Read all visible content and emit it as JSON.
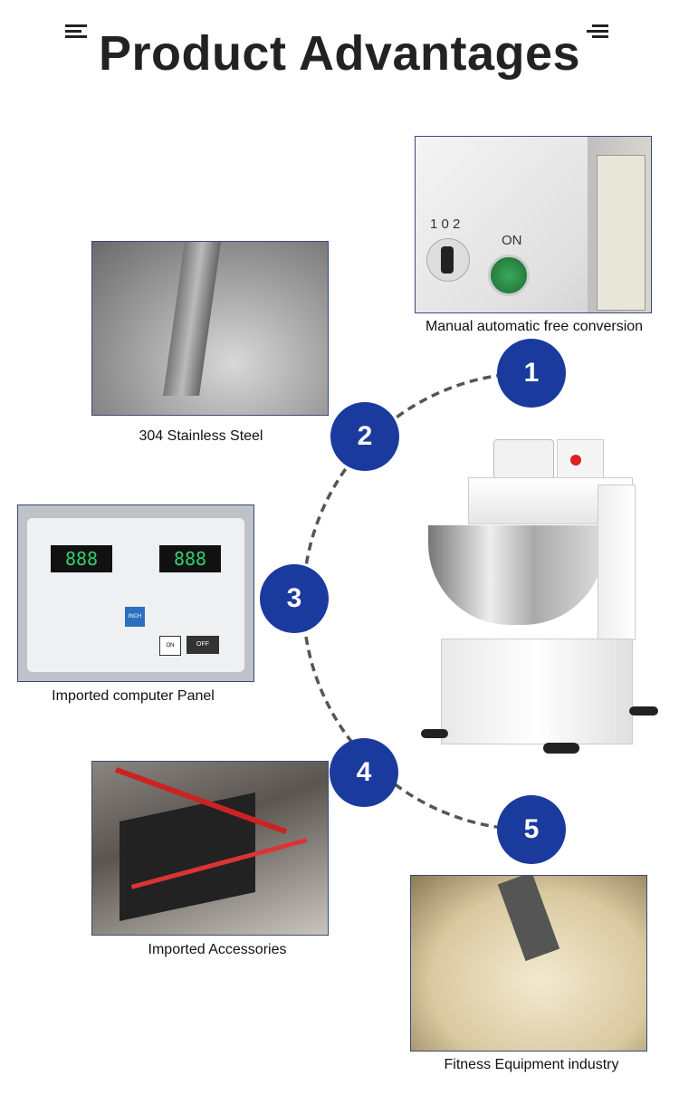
{
  "header": {
    "title": "Product Advantages"
  },
  "colors": {
    "badge": "#1b3a9e",
    "arc": "#555555"
  },
  "features": [
    {
      "number": "1",
      "caption": "Manual automatic free conversion",
      "panel_labels": [
        "1 0 2",
        "ON"
      ]
    },
    {
      "number": "2",
      "caption": "304 Stainless Steel"
    },
    {
      "number": "3",
      "caption": "Imported computer Panel",
      "panel_labels": [
        "888",
        "888",
        "INCH",
        "ON",
        "OFF"
      ]
    },
    {
      "number": "4",
      "caption": "Imported Accessories"
    },
    {
      "number": "5",
      "caption": "Fitness Equipment industry"
    }
  ]
}
